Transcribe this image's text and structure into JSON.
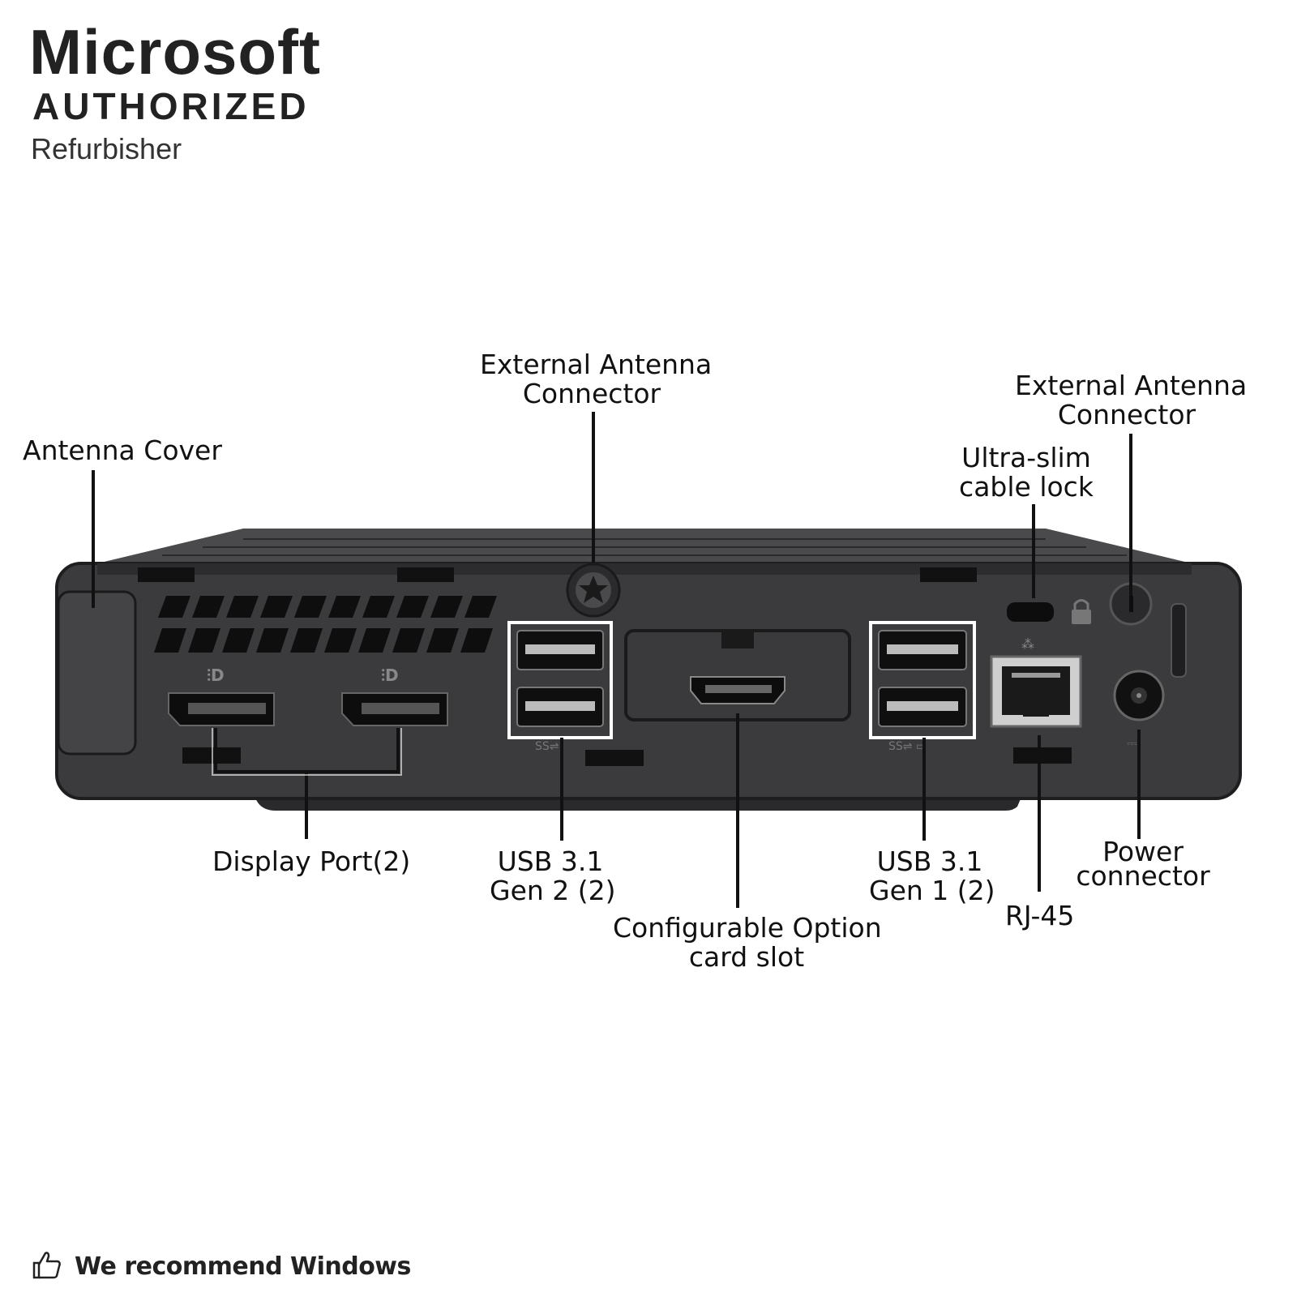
{
  "badge": {
    "line1": "Microsoft",
    "line2": "AUTHORIZED",
    "line3": "Refurbisher"
  },
  "callouts": {
    "antenna_cover": "Antenna Cover",
    "ext_antenna_center": [
      "External Antenna",
      "Connector"
    ],
    "ext_antenna_right": [
      "External Antenna",
      "Connector"
    ],
    "cable_lock": [
      "Ultra-slim",
      "cable lock"
    ],
    "display_port": "Display Port(2)",
    "usb_gen2": [
      "USB 3.1",
      "Gen 2 (2)"
    ],
    "option_slot": [
      "Configurable Option",
      "card slot"
    ],
    "usb_gen1": [
      "USB 3.1",
      "Gen 1 (2)"
    ],
    "rj45": "RJ-45",
    "power": [
      "Power",
      "connector"
    ]
  },
  "footer": {
    "text": "We recommend Windows",
    "icon": "thumbs-up-icon"
  },
  "colors": {
    "chassis": "#3a3a3c",
    "chassis_dark": "#222224",
    "port_dark": "#111111",
    "port_inner": "#d8d8d8",
    "highlight_box": "#ffffff",
    "leader_line": "#111111"
  }
}
